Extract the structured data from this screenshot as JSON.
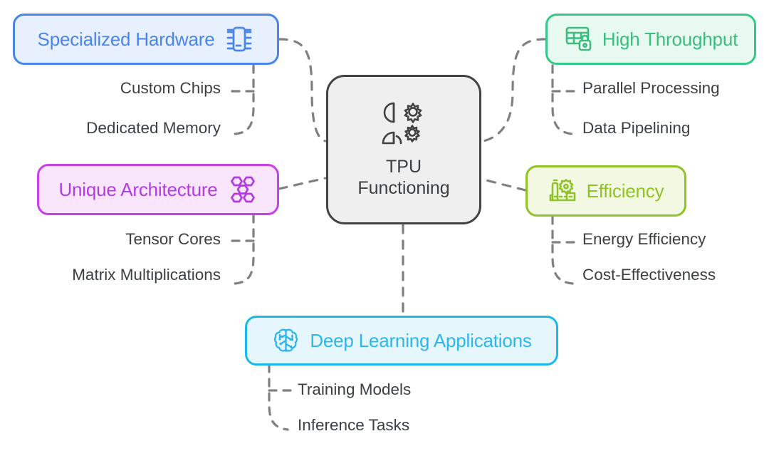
{
  "diagram": {
    "title": "TPU Functioning",
    "center": {
      "line1": "TPU",
      "line2": "Functioning",
      "icon": "person-gears-icon",
      "border_color": "#434343",
      "fill_color": "#efefef",
      "text_color": "#3c4043"
    },
    "branches": [
      {
        "id": "specialized-hardware",
        "label": "Specialized Hardware",
        "icon": "chip-icon",
        "icon_side": "right",
        "border_color": "#4a86e8",
        "fill_color": "#e8f0fe",
        "text_color": "#4a86e8",
        "children": [
          "Custom Chips",
          "Dedicated Memory"
        ]
      },
      {
        "id": "unique-architecture",
        "label": "Unique Architecture",
        "icon": "honeycomb-molecule-icon",
        "icon_side": "right",
        "border_color": "#c840e9",
        "fill_color": "#f9e6fd",
        "text_color": "#b23ce0",
        "children": [
          "Tensor Cores",
          "Matrix Multiplications"
        ]
      },
      {
        "id": "high-throughput",
        "label": "High Throughput",
        "icon": "table-lock-icon",
        "icon_side": "left",
        "border_color": "#34c98a",
        "fill_color": "#e8faf0",
        "text_color": "#3cbd7f",
        "children": [
          "Parallel Processing",
          "Data Pipelining"
        ]
      },
      {
        "id": "efficiency",
        "label": "Efficiency",
        "icon": "factory-gear-icon",
        "icon_side": "left",
        "border_color": "#8fc327",
        "fill_color": "#f2f8e2",
        "text_color": "#8fc327",
        "children": [
          "Energy Efficiency",
          "Cost-Effectiveness"
        ]
      },
      {
        "id": "deep-learning-applications",
        "label": "Deep Learning Applications",
        "icon": "brain-circuit-icon",
        "icon_side": "left",
        "border_color": "#1cb8ec",
        "fill_color": "#e5f7fd",
        "text_color": "#2eb6ec",
        "children": [
          "Training Models",
          "Inference Tasks"
        ]
      }
    ],
    "connector_color": "#808080",
    "background": "#ffffff"
  }
}
